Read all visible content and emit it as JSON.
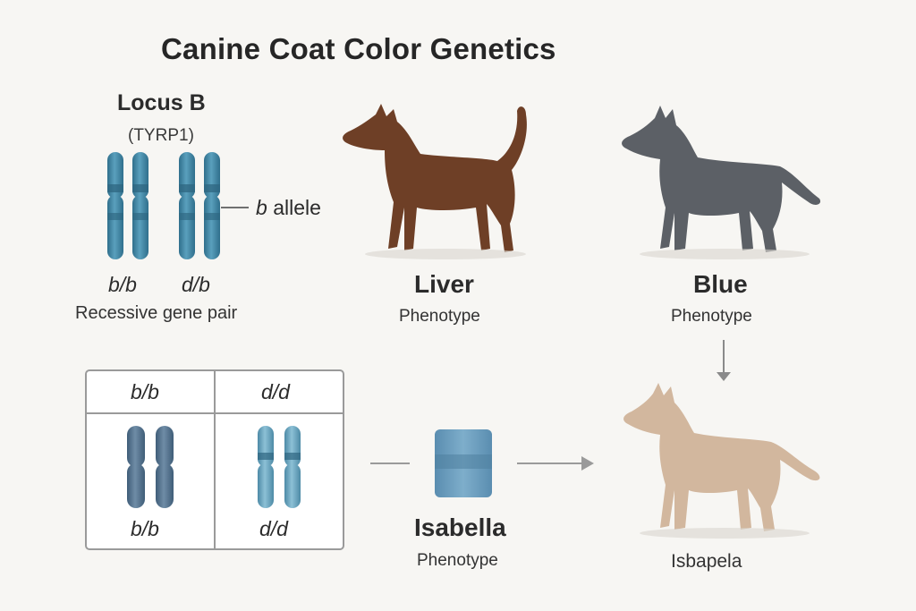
{
  "diagram": {
    "title": "Canine Coat Color Genetics",
    "locus": {
      "heading": "Locus B",
      "gene": "(TYRP1)",
      "allele_label_letter": "b",
      "allele_label_word": "allele",
      "pair_labels": [
        "b/b",
        "d/b"
      ],
      "caption": "Recessive gene pair"
    },
    "phenotypes": [
      {
        "name": "Liver",
        "sub": "Phenotype",
        "color": "#6e3f26"
      },
      {
        "name": "Blue",
        "sub": "Phenotype",
        "color": "#5c6066"
      },
      {
        "name": "Isabella",
        "sub": "Phenotype",
        "color": "#d2b79e"
      }
    ],
    "punnett": {
      "headers": [
        "b/b",
        "d/d"
      ],
      "footers": [
        "b/b",
        "d/d"
      ]
    },
    "result_label": "Isbapela",
    "colors": {
      "chromosome_blue": "#3f7f9a",
      "chromosome_band": "#2d6580",
      "chromosome_slate": "#4f6f8a",
      "chromosome_light": "#5e9bb8",
      "middle_square": "#6a9bbd",
      "arrow": "#8a8a8a",
      "frame": "#9a9a9a"
    }
  }
}
